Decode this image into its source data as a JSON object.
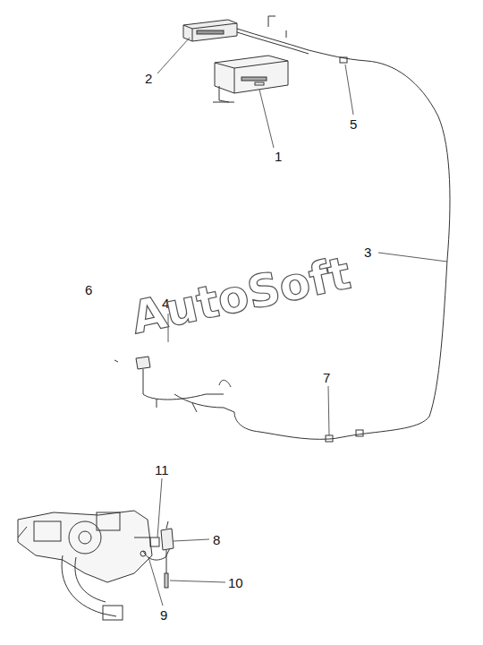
{
  "diagram": {
    "labels": [
      "2",
      "1",
      "5",
      "3",
      "6",
      "4",
      "7",
      "11",
      "8",
      "10",
      "9",
      "AutoSoft"
    ]
  }
}
